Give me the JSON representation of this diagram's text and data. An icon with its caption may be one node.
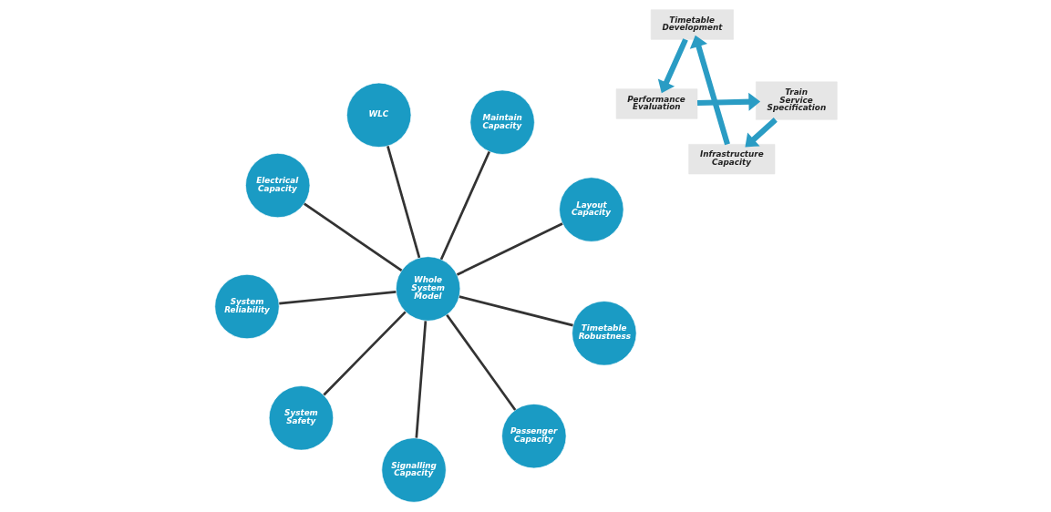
{
  "diagram": {
    "nodes": [
      {
        "text": [
          "Whole System Model"
        ]
      },
      {
        "text": [
          "Layout Capacity"
        ]
      },
      {
        "text": [
          "Signalling Capacity"
        ]
      },
      {
        "text": [
          "Electrical Capacity"
        ]
      },
      {
        "text": [
          "Maintain Capacity"
        ]
      },
      {
        "text": [
          "WLC"
        ]
      },
      {
        "text": [
          "System Reliability"
        ]
      },
      {
        "text": [
          "Timetable Robustness"
        ]
      },
      {
        "text": [
          "System Safety"
        ]
      },
      {
        "text": [
          "Passenger Capacity"
        ]
      },
      {
        "text": [
          "Performance Evaluation"
        ]
      },
      {
        "text": [
          "Train Service Specification"
        ]
      },
      {
        "text": [
          "Infrastructure Capacity"
        ]
      },
      {
        "text": [
          "Timetable Development"
        ]
      }
    ],
    "edges": [
      {
        "from": 0,
        "to": 1,
        "arrow": "none"
      },
      {
        "from": 0,
        "to": 2,
        "arrow": "none"
      },
      {
        "from": 0,
        "to": 3,
        "arrow": "none"
      },
      {
        "from": 0,
        "to": 4,
        "arrow": "none"
      },
      {
        "from": 0,
        "to": 5,
        "arrow": "none"
      },
      {
        "from": 0,
        "to": 6,
        "arrow": "none"
      },
      {
        "from": 0,
        "to": 7,
        "arrow": "none"
      },
      {
        "from": 0,
        "to": 8,
        "arrow": "none"
      },
      {
        "from": 0,
        "to": 9,
        "arrow": "none"
      },
      {
        "from": 10,
        "to": 11,
        "arrow": "to",
        "style": "thick",
        "color": "#2a9cc4"
      },
      {
        "from": 11,
        "to": 12,
        "arrow": "to",
        "style": "thick",
        "color": "#2a9cc4"
      },
      {
        "from": 12,
        "to": 13,
        "arrow": "to",
        "style": "thick",
        "color": "#2a9cc4"
      },
      {
        "from": 13,
        "to": 10,
        "arrow": "to",
        "style": "thick",
        "color": "#2a9cc4"
      }
    ]
  }
}
